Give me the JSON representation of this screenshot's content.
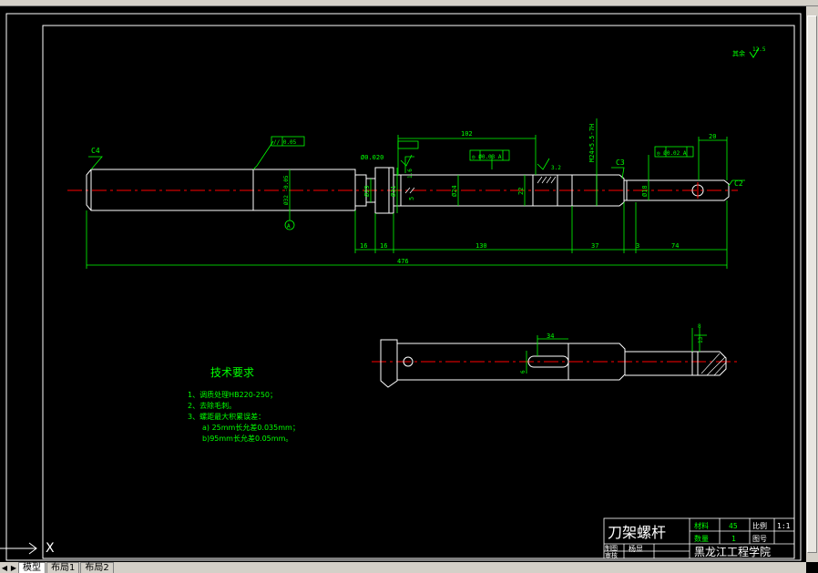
{
  "window": {
    "layout_tabs": [
      "模型",
      "布局1",
      "布局2"
    ],
    "active_tab": "模型",
    "ucs_axis_label": "X"
  },
  "drawing": {
    "surface_finish_note": "其余",
    "surface_finish_value": "12.5",
    "chamfer_left": "C4",
    "chamfer_mid": "C3",
    "chamfer_right": "C2",
    "dim_top_span": "102",
    "dim_top_right": "20",
    "thread_spec": "M24×5.5-7H",
    "diam_main": "Ø32 -0.05",
    "diam_1": "Ø29",
    "diam_2": "Ø31",
    "diam_3": "Ø24",
    "diam_4": "22",
    "diam_5": "Ø18",
    "dim_5": "5",
    "tol_text": "Ø0.020",
    "tol_left_gd": "// 0.05",
    "tol_mid_gd": "◎ Ø0.03 A",
    "tol_right_gd": "◎ Ø0.02 A",
    "datum_a": "A",
    "roughness_32": "3.2",
    "roughness_16": "1.6",
    "dim_bottom": [
      "16",
      "16",
      "130",
      "37",
      "3",
      "74"
    ],
    "dim_total": "476",
    "view2_dims": [
      "34",
      "8",
      "13",
      "6"
    ],
    "tech_req_title": "技术要求",
    "tech_req_items": [
      "1、调质处理HB220-250；",
      "2、去除毛刺。",
      "3、螺距最大积累误差：",
      "a) 25mm长允差0.035mm；",
      "b)95mm长允差0.05mm。"
    ]
  },
  "title_block": {
    "part_name": "刀架螺杆",
    "material_label": "材料",
    "material_value": "45",
    "scale_label": "比例",
    "scale_value": "1:1",
    "qty_label": "数量",
    "qty_value": "1",
    "drawing_no_label": "图号",
    "drawn_by_label": "制图",
    "checked_by_label": "审核",
    "drawer_name": "杨显",
    "school_name": "黑龙江工程学院"
  },
  "colors": {
    "background": "#000000",
    "border_white": "#ffffff",
    "geometry_green": "#00ff00",
    "centerline_red": "#ff0000",
    "part_white": "#ffffff"
  }
}
